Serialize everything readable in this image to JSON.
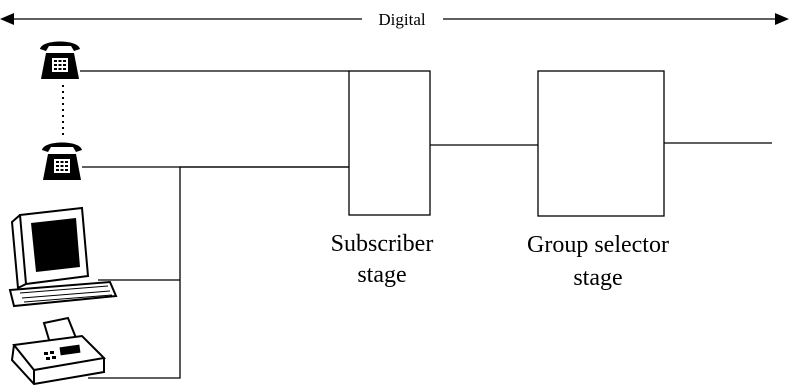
{
  "digital_label": "Digital",
  "subscriber_stage": {
    "line1": "Subscriber",
    "line2": "stage"
  },
  "group_selector_stage": {
    "line1": "Group selector",
    "line2": "stage"
  },
  "devices": [
    {
      "name": "telephone",
      "icon": "telephone-icon"
    },
    {
      "name": "telephone",
      "icon": "telephone-icon"
    },
    {
      "name": "computer",
      "icon": "computer-icon"
    },
    {
      "name": "fax-machine",
      "icon": "fax-machine-icon"
    }
  ]
}
